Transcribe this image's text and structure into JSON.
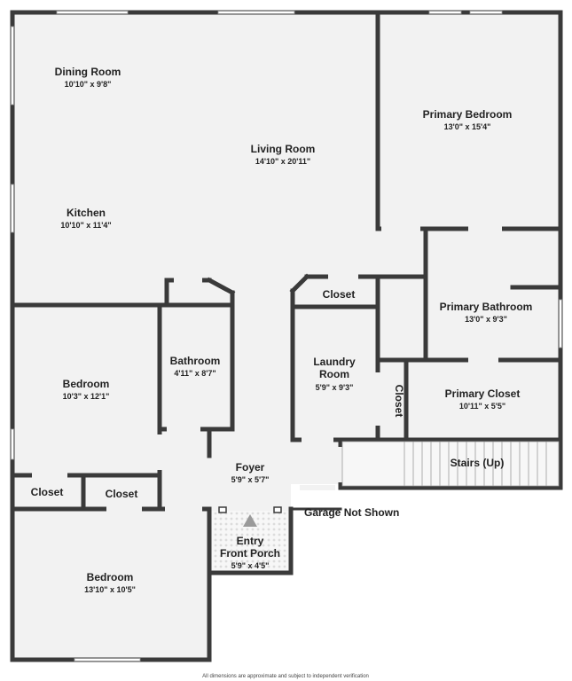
{
  "colors": {
    "wall": "#3a3a3a",
    "floor": "#f2f2f2",
    "window": "#ffffff",
    "porch_pattern": "#dcdcdc",
    "entry_arrow": "#9a9a9a"
  },
  "rooms": {
    "dining_room": {
      "name": "Dining Room",
      "dims": "10'10\" x 9'8\""
    },
    "living_room": {
      "name": "Living Room",
      "dims": "14'10\" x 20'11\""
    },
    "kitchen": {
      "name": "Kitchen",
      "dims": "10'10\" x 11'4\""
    },
    "primary_bedroom": {
      "name": "Primary Bedroom",
      "dims": "13'0\" x 15'4\""
    },
    "primary_bathroom": {
      "name": "Primary Bathroom",
      "dims": "13'0\" x 9'3\""
    },
    "primary_closet": {
      "name": "Primary Closet",
      "dims": "10'11\" x 5'5\""
    },
    "closet_upper": {
      "name": "Closet"
    },
    "laundry_room": {
      "name_line1": "Laundry",
      "name_line2": "Room",
      "dims": "5'9\" x 9'3\""
    },
    "closet_vertical": {
      "name": "Closet"
    },
    "bathroom": {
      "name": "Bathroom",
      "dims": "4'11\" x 8'7\""
    },
    "bedroom_left": {
      "name": "Bedroom",
      "dims": "10'3\" x 12'1\""
    },
    "closet_left": {
      "name": "Closet"
    },
    "closet_mid": {
      "name": "Closet"
    },
    "foyer": {
      "name": "Foyer",
      "dims": "5'9\" x 5'7\""
    },
    "stairs": {
      "name": "Stairs (Up)"
    },
    "entry_porch": {
      "name_line1": "Entry",
      "name_line2": "Front Porch",
      "dims": "5'9\" x 4'5\""
    },
    "bedroom_bottom": {
      "name": "Bedroom",
      "dims": "13'10\" x 10'5\""
    }
  },
  "notes": {
    "garage": "Garage Not Shown",
    "disclaimer": "All dimensions are approximate and subject to independent verification"
  }
}
